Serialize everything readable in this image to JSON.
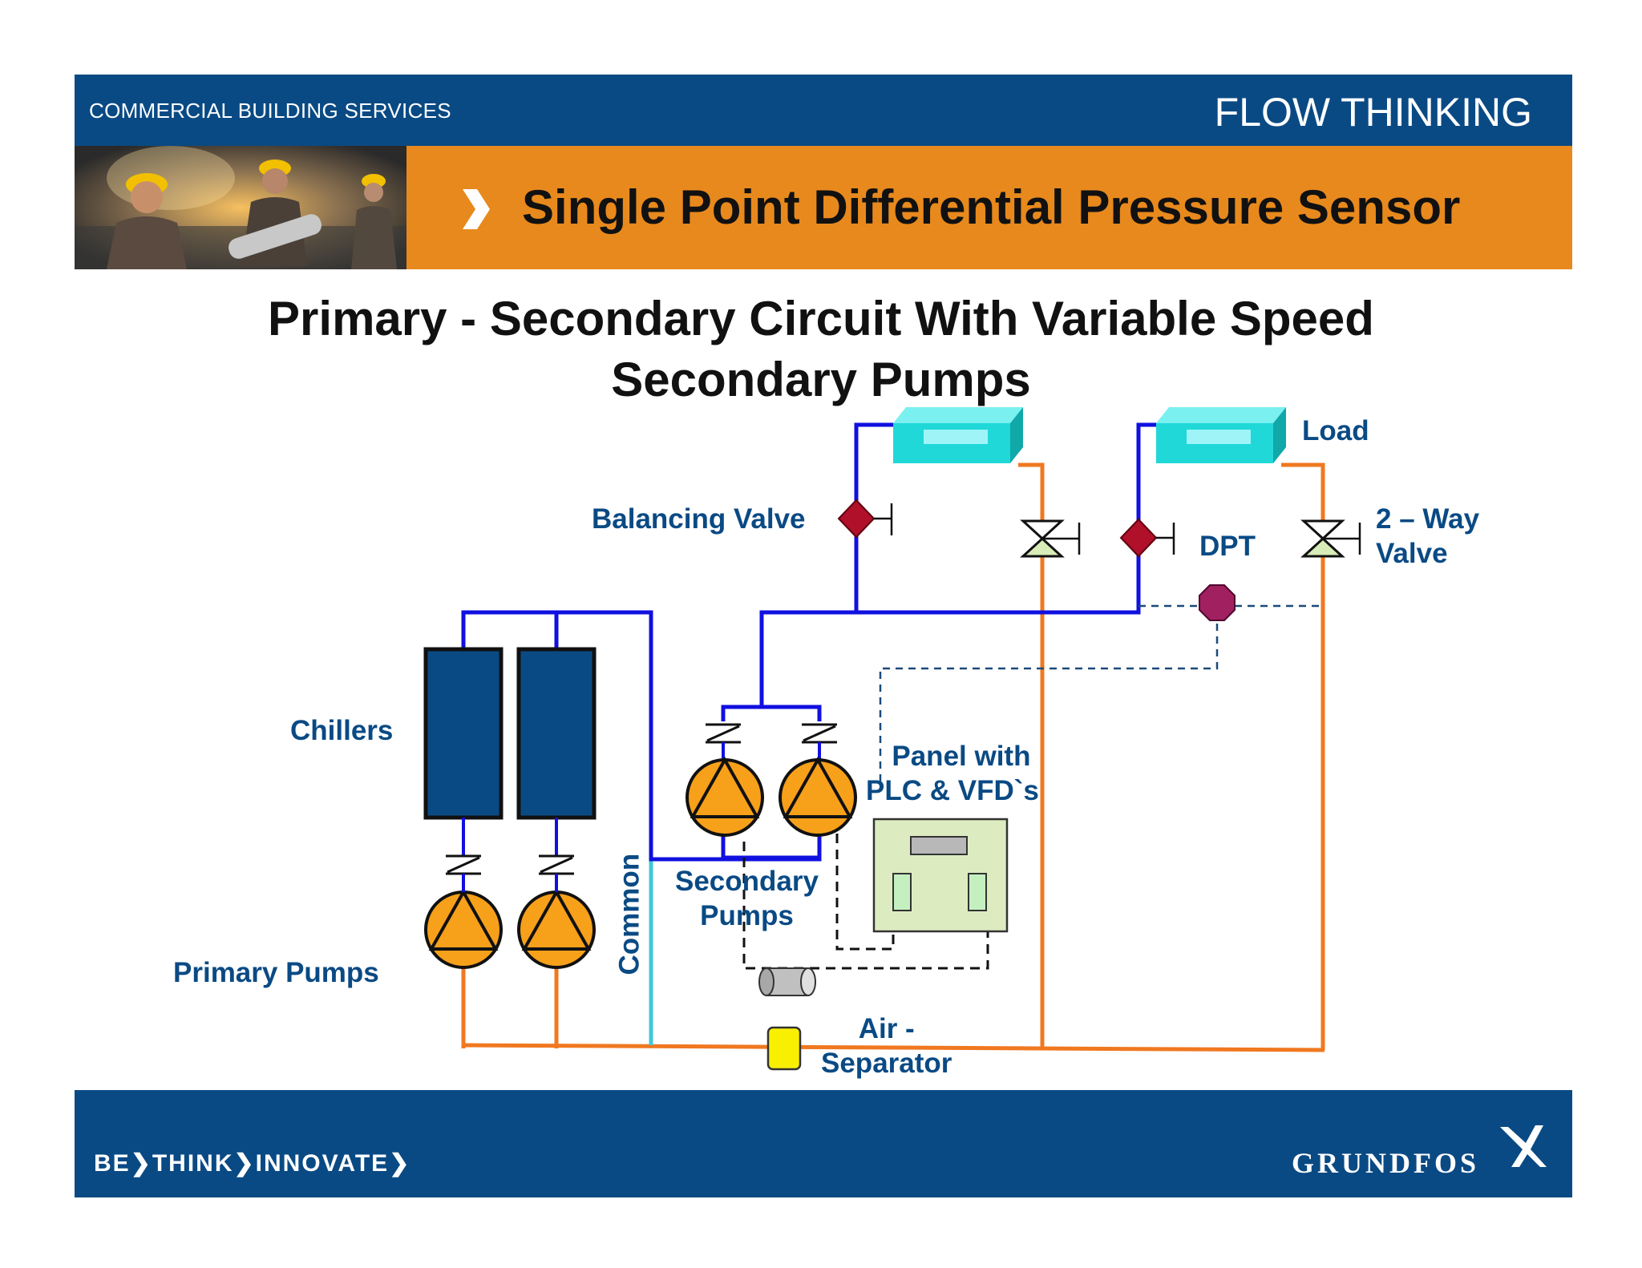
{
  "header": {
    "left_text": "COMMERCIAL BUILDING SERVICES",
    "right_text": "FLOW THINKING"
  },
  "banner": {
    "title": "Single Point Differential Pressure Sensor"
  },
  "slide": {
    "title_line1": "Primary - Secondary Circuit With Variable Speed",
    "title_line2": "Secondary Pumps"
  },
  "labels": {
    "load": "Load",
    "balancing_valve": "Balancing Valve",
    "dpt": "DPT",
    "two_way_line1": "2 – Way",
    "two_way_line2": "Valve",
    "chillers": "Chillers",
    "panel_line1": "Panel with",
    "panel_line2": "PLC & VFD`s",
    "secondary_line1": "Secondary",
    "secondary_line2": "Pumps",
    "common": "Common",
    "primary_pumps": "Primary Pumps",
    "air_line1": "Air -",
    "air_line2": "Separator"
  },
  "footer": {
    "be": "BE",
    "think": "THINK",
    "innovate": "INNOVATE",
    "brand": "GRUNDFOS"
  },
  "colors": {
    "navy": "#0a4a84",
    "orange_band": "#e8891d",
    "supply_pipe": "#1010e0",
    "return_pipe": "#f07820",
    "common_pipe": "#40c8d8",
    "pump_fill": "#f7a01a",
    "valve_red": "#b0102a",
    "dpt_purple": "#a02060",
    "load_cyan": "#20d8d8",
    "panel_green": "#dcecc0",
    "separator_yellow": "#f8f000"
  }
}
